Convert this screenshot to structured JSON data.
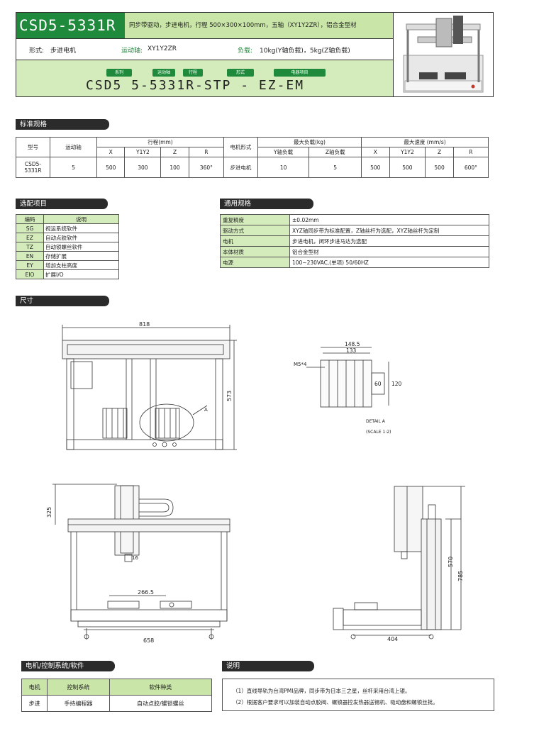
{
  "header": {
    "model": "CSD5-5331R",
    "description": "同步带驱动，步进电机，行程 500×300×100mm，五轴（XY1Y2ZR），铝合金型材",
    "form_label": "形式:",
    "form_value": "步进电机",
    "axis_label": "运动轴:",
    "axis_value": "XY1Y2ZR",
    "load_label": "负载:",
    "load_value": "10kg(Y轴负载)，5kg(Z轴负载)",
    "code_tags": [
      "系列",
      "运动轴",
      "行程",
      "形式",
      "电器项目"
    ],
    "code": "CSD5  5-5331R-STP - EZ-EM"
  },
  "std_spec": {
    "title": "标准规格",
    "h_model": "型号",
    "h_axis": "运动轴",
    "h_stroke": "行程(mm)",
    "h_motor": "电机形式",
    "h_load": "最大负载(kg)",
    "h_speed": "最大速度 (mm/s)",
    "sub_stroke": [
      "X",
      "Y1Y2",
      "Z",
      "R"
    ],
    "sub_load": [
      "Y轴负载",
      "Z轴负载"
    ],
    "sub_speed": [
      "X",
      "Y1Y2",
      "Z",
      "R"
    ],
    "row": {
      "model": "CSD5-5331R",
      "axis": "5",
      "stroke": [
        "500",
        "300",
        "100",
        "360°"
      ],
      "motor": "步进电机",
      "load": [
        "10",
        "5"
      ],
      "speed": [
        "500",
        "500",
        "500",
        "600°"
      ]
    }
  },
  "options": {
    "title": "选配项目",
    "h_code": "编码",
    "h_desc": "说明",
    "rows": [
      {
        "code": "SG",
        "desc": "视运系统软件"
      },
      {
        "code": "EZ",
        "desc": "自动点胶软件"
      },
      {
        "code": "TZ",
        "desc": "自动锁螺丝软件"
      },
      {
        "code": "EN",
        "desc": "存储扩展"
      },
      {
        "code": "EY",
        "desc": "增加支柱高度"
      },
      {
        "code": "EIO",
        "desc": "扩展I/O"
      }
    ]
  },
  "general": {
    "title": "通用规格",
    "rows": [
      {
        "k": "重复精度",
        "v": "±0.02mm"
      },
      {
        "k": "驱动方式",
        "v": "XYZ轴同步带为标准配置，Z轴丝杆为选配，XYZ轴丝杆为定制"
      },
      {
        "k": "电机",
        "v": "步进电机，闭环步进马达为选配"
      },
      {
        "k": "本体材质",
        "v": "铝合金型材"
      },
      {
        "k": "电源",
        "v": "100~230VAC,(单项) 50/60HZ"
      }
    ]
  },
  "dimensions": {
    "title": "尺寸",
    "front_width": "818",
    "front_height": "573",
    "detail_w1": "148.5",
    "detail_w2": "133",
    "detail_h1": "60",
    "detail_h2": "120",
    "detail_screw": "M5*4",
    "detail_label": "DETAIL A",
    "detail_scale": "(SCALE 1:2)",
    "callout": "A",
    "side_325": "325",
    "side_16": "16",
    "side_2665": "266.5",
    "side_658": "658",
    "right_570": "570",
    "right_785": "785",
    "right_404": "404"
  },
  "motor_ctrl": {
    "title": "电机/控制系统/软件",
    "headers": [
      "电机",
      "控制系统",
      "软件种类"
    ],
    "row": [
      "步进",
      "手持编程器",
      "自动点胶/螺锁螺丝"
    ]
  },
  "notes": {
    "title": "说明",
    "lines": [
      "（1）直线导轨为台湾PMI品牌，同步带为日本三之星，丝杆采用台湾上银。",
      "（2）根据客户要求可以加装自动点胶阀、螺锁器控发热器送锡机、吸动盘和螺锁丝批。"
    ]
  }
}
